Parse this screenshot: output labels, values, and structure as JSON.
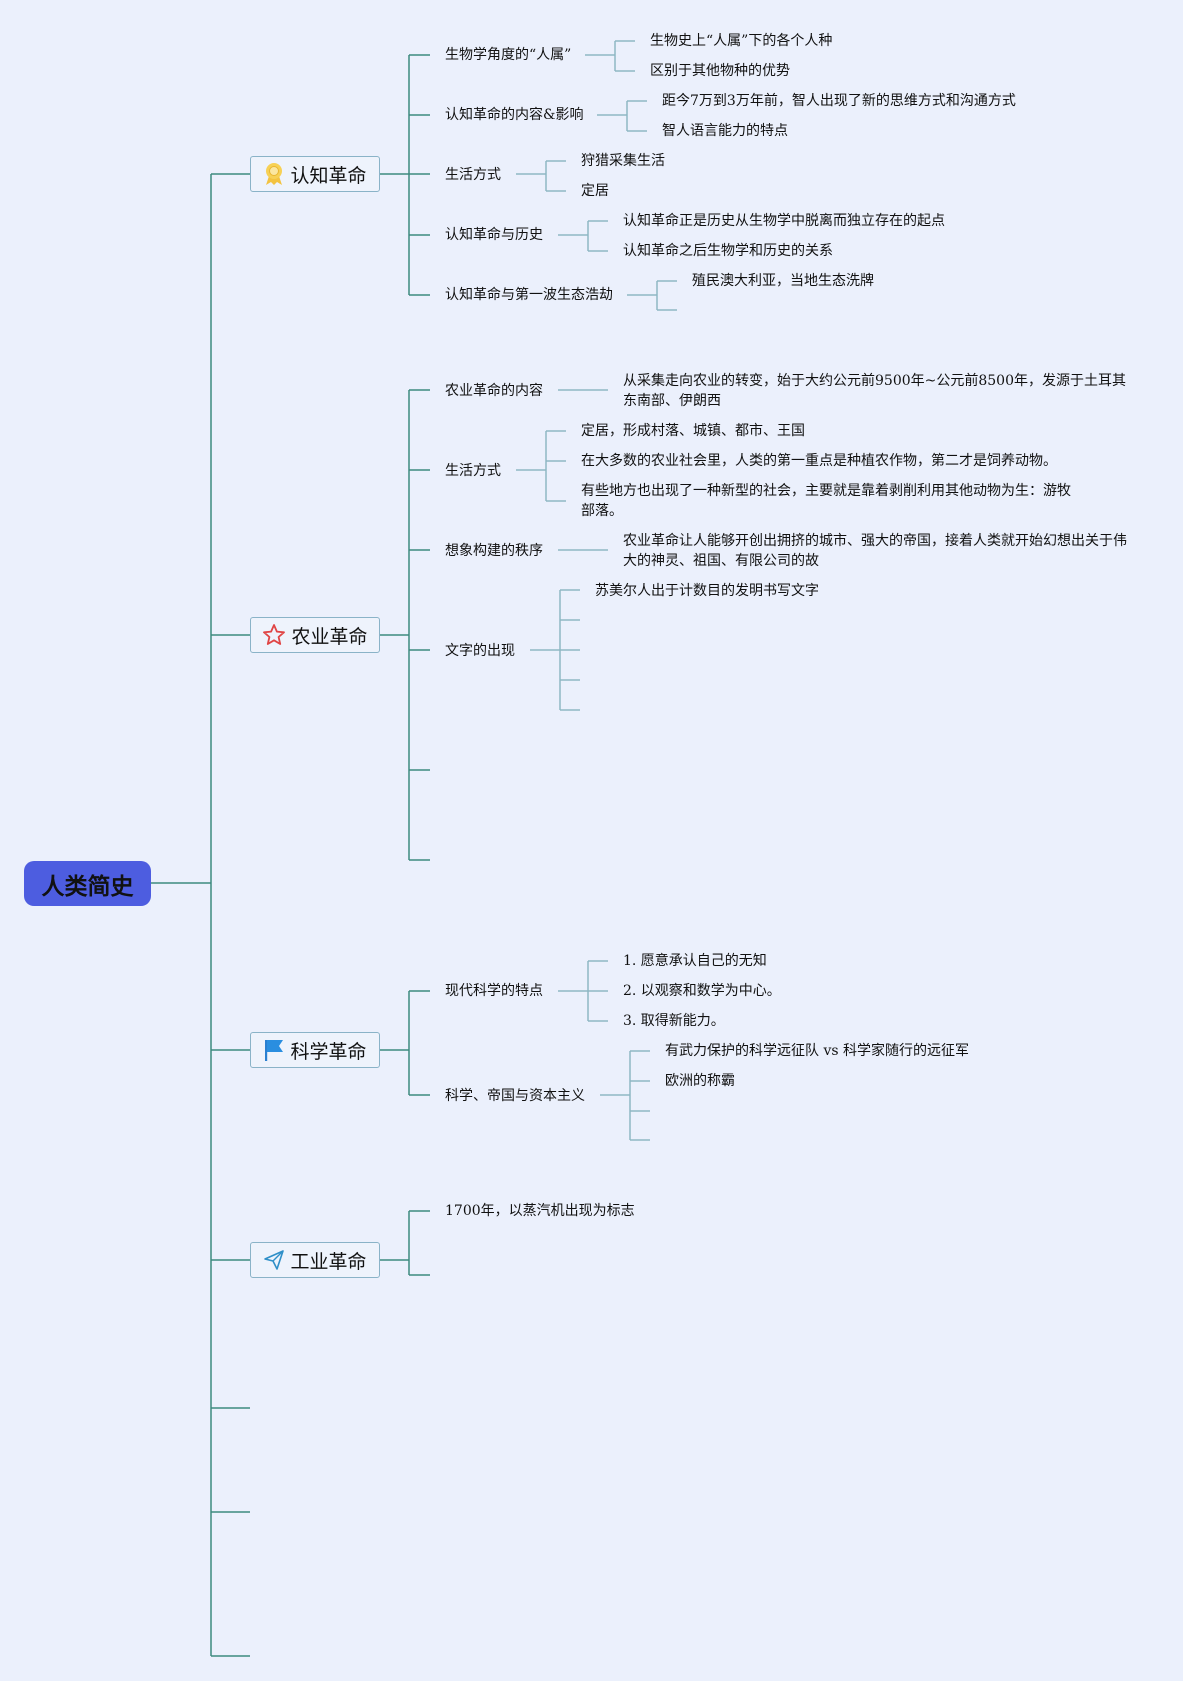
{
  "root": "人类简史",
  "branches": [
    {
      "label": "认知革命",
      "icon": "medal-icon",
      "children": [
        {
          "label": "生物学角度的“人属”",
          "children": [
            "生物史上“人属”下的各个人种",
            "区别于其他物种的优势"
          ]
        },
        {
          "label": "认知革命的内容&影响",
          "children": [
            "距今7万到3万年前，智人出现了新的思维方式和沟通方式",
            "智人语言能力的特点"
          ]
        },
        {
          "label": "生活方式",
          "children": [
            "狩猎采集生活",
            "定居"
          ]
        },
        {
          "label": "认知革命与历史",
          "children": [
            "认知革命正是历史从生物学中脱离而独立存在的起点",
            "认知革命之后生物学和历史的关系"
          ]
        },
        {
          "label": "认知革命与第一波生态浩劫",
          "children": [
            "殖民澳大利亚，当地生态洗牌"
          ]
        }
      ]
    },
    {
      "label": "农业革命",
      "icon": "star-icon",
      "children": [
        {
          "label": "农业革命的内容",
          "children": [
            "从采集走向农业的转变，始于大约公元前9500年~公元前8500年，发源于土耳其东南部、伊朗西"
          ]
        },
        {
          "label": "生活方式",
          "children": [
            "定居，形成村落、城镇、都市、王国",
            "在大多数的农业社会里，人类的第一重点是种植农作物，第二才是饲养动物。",
            "有些地方也出现了一种新型的社会，主要就是靠着剥削利用其他动物为生：游牧部落。"
          ]
        },
        {
          "label": "想象构建的秩序",
          "children": [
            "农业革命让人能够开创出拥挤的城市、强大的帝国，接着人类就开始幻想出关于伟大的神灵、祖国、有限公司的故"
          ]
        },
        {
          "label": "文字的出现",
          "children": [
            "苏美尔人出于计数目的发明书写文字"
          ]
        }
      ]
    },
    {
      "label": "科学革命",
      "icon": "flag-icon",
      "children": [
        {
          "label": "现代科学的特点",
          "children": [
            "1. 愿意承认自己的无知",
            "2. 以观察和数学为中心。",
            "3. 取得新能力。"
          ]
        },
        {
          "label": "科学、帝国与资本主义",
          "children": [
            "有武力保护的科学远征队 vs 科学家随行的远征军",
            "欧洲的称霸"
          ]
        }
      ]
    },
    {
      "label": "工业革命",
      "icon": "paper-plane-icon",
      "children": [
        {
          "label": "1700年，以蒸汽机出现为标志",
          "children": []
        }
      ]
    }
  ],
  "colors": {
    "background": "#ebf0fc",
    "root_fill": "#4d5de0",
    "connector": "#3d8a7f",
    "connector_light": "#8fb7c3"
  }
}
